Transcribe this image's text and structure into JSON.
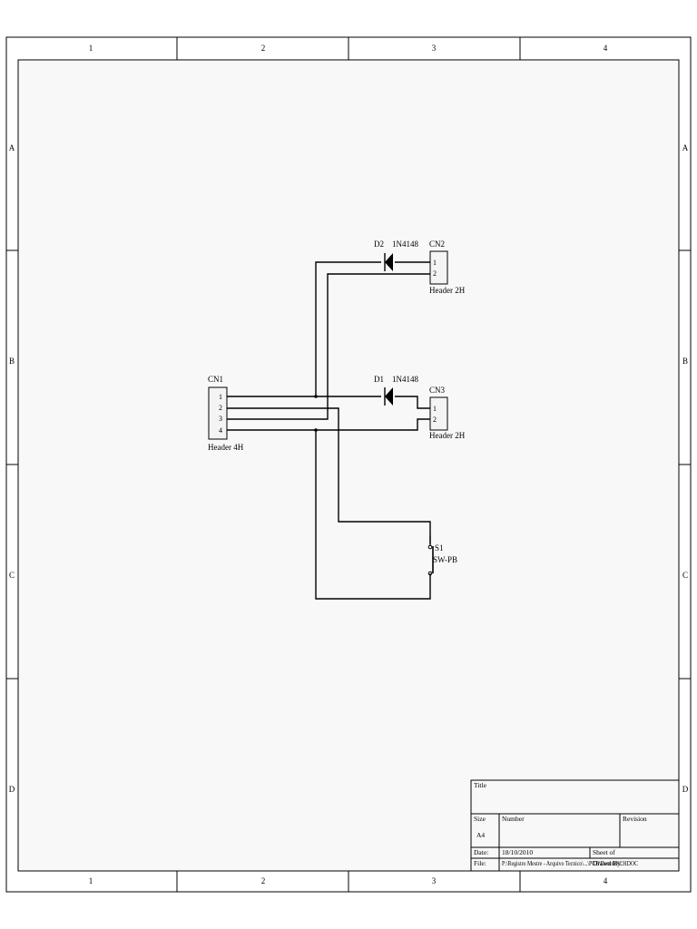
{
  "border": {
    "columns": [
      "1",
      "2",
      "3",
      "4"
    ],
    "rows": [
      "A",
      "B",
      "C",
      "D"
    ]
  },
  "components": {
    "cn1": {
      "ref": "CN1",
      "value": "Header 4H",
      "pins": [
        "1",
        "2",
        "3",
        "4"
      ]
    },
    "cn2": {
      "ref": "CN2",
      "value": "Header 2H",
      "pins": [
        "1",
        "2"
      ]
    },
    "cn3": {
      "ref": "CN3",
      "value": "Header 2H",
      "pins": [
        "1",
        "2"
      ]
    },
    "d1": {
      "ref": "D1",
      "value": "1N4148"
    },
    "d2": {
      "ref": "D2",
      "value": "1N4148"
    },
    "s1": {
      "ref": "S1",
      "value": "SW-PB"
    }
  },
  "title_block": {
    "title_label": "Title",
    "size_label": "Size",
    "size_value": "A4",
    "number_label": "Number",
    "revision_label": "Revision",
    "date_label": "Date:",
    "date_value": "18/10/2010",
    "file_label": "File:",
    "file_value": "P:\\Registro Mestre - Arquivo Tecnico\\...\\PCB\\DoubleSCHDOC",
    "sheet_label": "Sheet   of",
    "drawn_by_label": "Drawn By:"
  },
  "colors": {
    "background": "#f8f8f8",
    "line": "#000000",
    "component_fill": "#f4f4f4"
  }
}
